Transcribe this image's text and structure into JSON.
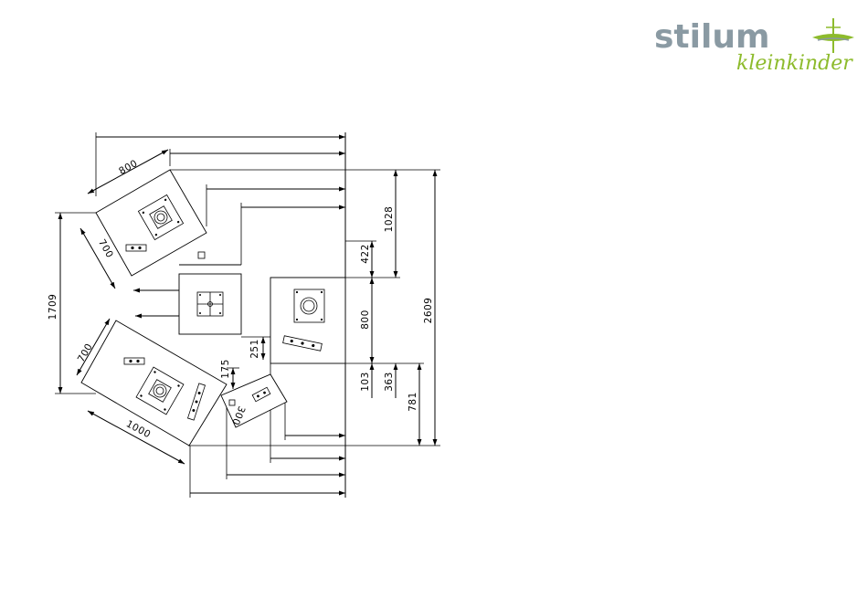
{
  "logo": {
    "brand": "stilum",
    "tagline": "kleinkinder",
    "brand_color": "#8a9aa3",
    "tagline_color": "#8dbb2c",
    "icon": "spinning-top-icon"
  },
  "dimensions": {
    "top_left_width": "800",
    "top_left_depth": "700",
    "overall_left_height": "1709",
    "bottom_left_depth": "700",
    "bottom_left_width": "1000",
    "right_total": "2609",
    "right_upper": "1028",
    "right_offset": "422",
    "center_square": "800",
    "right_lower_small": "103",
    "right_lower_mid": "363",
    "right_lower_large": "781",
    "small_gap": "251",
    "small_offset": "175",
    "small_plate": "300"
  }
}
